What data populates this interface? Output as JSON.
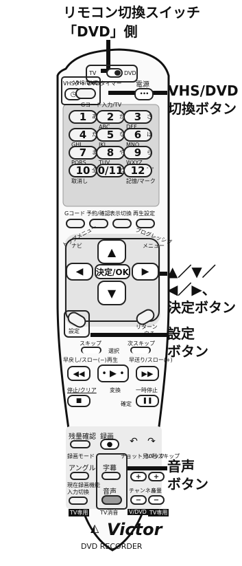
{
  "callouts": {
    "switch_line1": "リモコン切換スイッチ",
    "switch_line2": "「DVD」側",
    "vhs_line1": "VHS/DVD",
    "vhs_line2": "切換ボタン",
    "arrows_line1": "▲／▼／",
    "arrows_line2": "◀／▶、",
    "arrows_line3": "決定ボタン",
    "setting_line1": "設定",
    "setting_line2": "ボタン",
    "audio_line1": "音声",
    "audio_line2": "ボタン"
  },
  "remote": {
    "switch_tv": "TV",
    "switch_dvd": "DVD",
    "vhs_timer": "VHSタイマー",
    "dvd_timer": "DVDタイマー",
    "vhs_dvd": "VHS/DVD",
    "power": "電源",
    "gcode_input": "Gコード入力/TV",
    "numbers": [
      {
        "n": "1",
        "kana": "あ",
        "sub": ""
      },
      {
        "n": "2",
        "kana": "か",
        "sub": "ABC"
      },
      {
        "n": "3",
        "kana": "さ",
        "sub": "DEF"
      },
      {
        "n": "4",
        "kana": "た",
        "sub": "GHI"
      },
      {
        "n": "5",
        "kana": "な",
        "sub": "JKL"
      },
      {
        "n": "6",
        "kana": "は",
        "sub": "MNO"
      },
      {
        "n": "7",
        "kana": "ま",
        "sub": "PQRS"
      },
      {
        "n": "8",
        "kana": "や",
        "sub": "TUV"
      },
      {
        "n": "9",
        "kana": "ら",
        "sub": "WXYZ"
      },
      {
        "n": "10",
        "kana": "全角",
        "sub": "取消し"
      },
      {
        "n": "0/11",
        "kana": "わ",
        "sub": ""
      },
      {
        "n": "12",
        "kana": "゛゜",
        "sub": "記憶/マーク"
      }
    ],
    "gcode": "Gコード",
    "reserve": "予約/確認",
    "display": "表示切換",
    "playback_settings": "再生設定",
    "top_menu": "トップメニュー",
    "navi": "ナビ",
    "program_menu": "プログレッシブ",
    "menu": "メニュー",
    "enter_ok": "決定/OK",
    "setting": "設定",
    "return": "リターン",
    "return_sub": "戻る",
    "skip_back": "スキップ",
    "select": "選択",
    "skip_fwd": "次スキップ",
    "rewind_slow": "早戻し/スロー(−)",
    "play": "再生",
    "ff_slow": "早送り/スロー(+)",
    "stop_clear": "停止/クリア",
    "convert": "変換",
    "pause": "一時停止",
    "confirm": "確定",
    "remaining": "残量確認",
    "record": "録画",
    "record_mode": "録画モード",
    "chotto_rewind": "チョット見バック",
    "skip30": "30秒スキップ",
    "angle": "アングル",
    "subtitle": "字幕",
    "current_mode": "現在録画機能",
    "input_switch": "入力切換",
    "audio": "音声",
    "channel": "チャンネル",
    "volume": "音量",
    "tv_only_left": "TV専用",
    "tv_mute": "TV消音",
    "v_dvd": "V/DVD",
    "tv_only_right": "TV専用",
    "brand": "Victor",
    "model": "DVD RECORDER"
  }
}
